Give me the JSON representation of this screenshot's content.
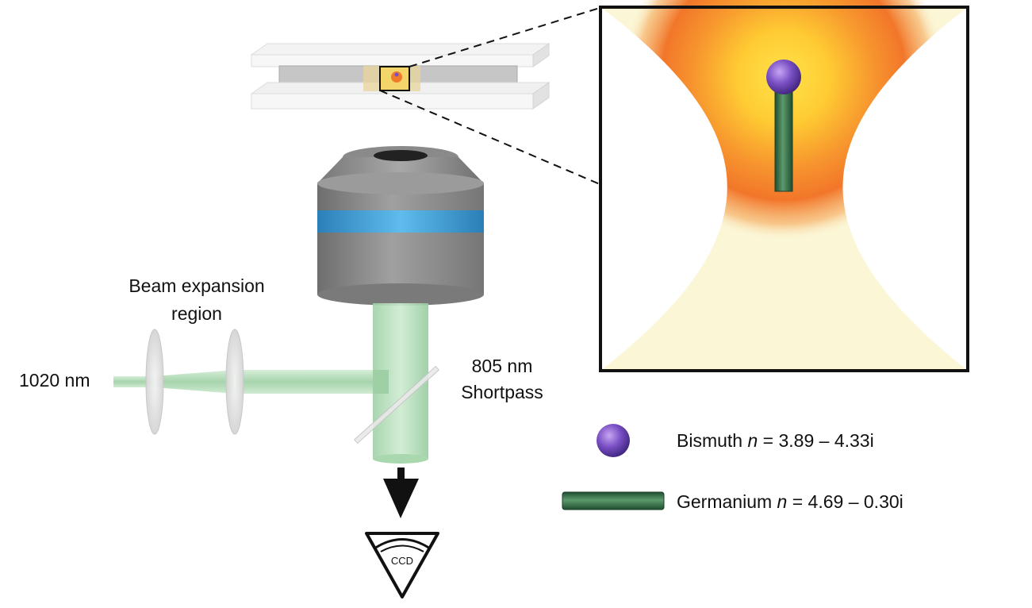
{
  "labels": {
    "beam_expansion_line1": "Beam expansion",
    "beam_expansion_line2": "region",
    "wavelength": "1020 nm",
    "shortpass_line1": "805 nm",
    "shortpass_line2": "Shortpass",
    "ccd": "CCD"
  },
  "legend": {
    "bismuth": {
      "name": "Bismuth",
      "n_symbol": "n",
      "value": "= 3.89 – 4.33i"
    },
    "germanium": {
      "name": "Germanium",
      "n_symbol": "n",
      "value": "= 4.69 – 0.30i"
    }
  },
  "colors": {
    "bismuth": "#7a4fc4",
    "germanium": "#2f6b46",
    "objective_band": "#3a9fd8",
    "objective_body": "#8c8c8c",
    "trap_beam": "#c4e8c4",
    "laser_glow": "#f07a2a",
    "beam_waist": "#fbf6d6"
  },
  "icons": {
    "eye": "eye-icon",
    "arrow": "arrow-down-icon"
  }
}
